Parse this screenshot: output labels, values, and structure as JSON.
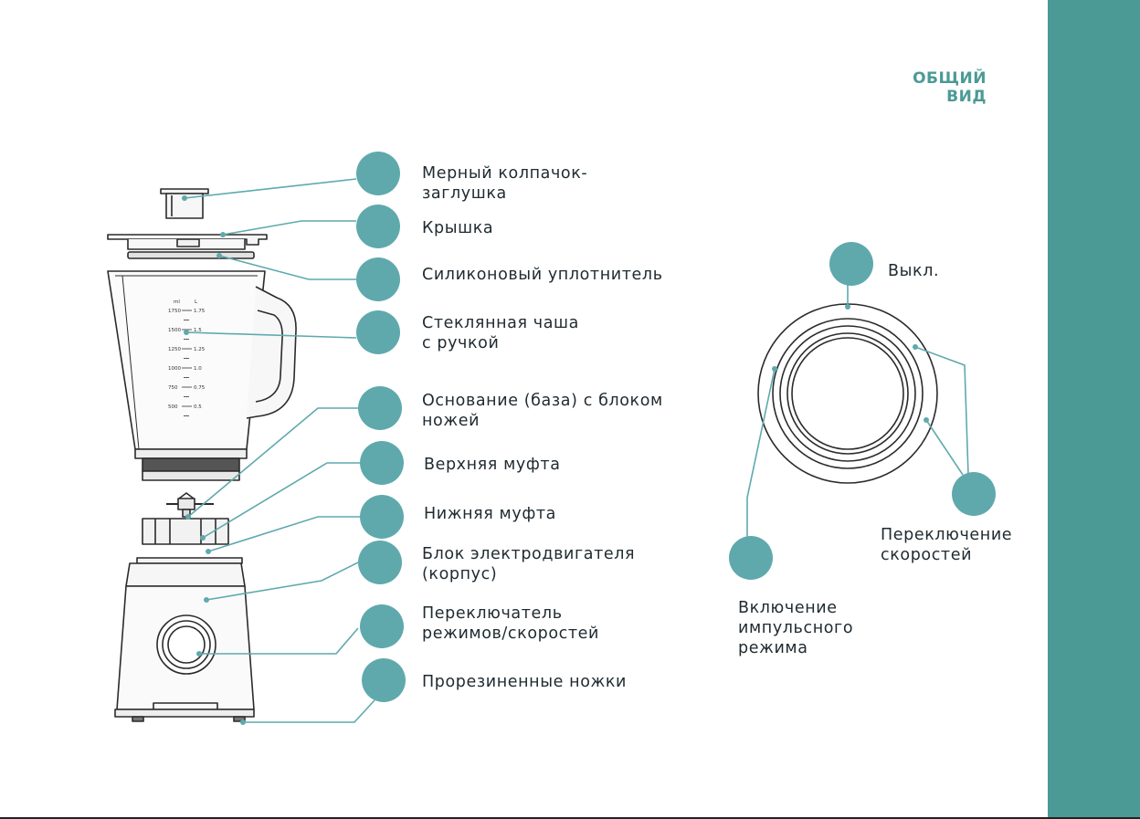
{
  "page": {
    "section_title": "ОБЩИЙ ВИД",
    "accent_color": "#4b9a96",
    "badge_color": "#5fa9ad"
  },
  "parts": [
    {
      "line1": "Мерный колпачок-",
      "line2": "заглушка"
    },
    {
      "line1": "Крышка",
      "line2": ""
    },
    {
      "line1": "Силиконовый уплотнитель",
      "line2": ""
    },
    {
      "line1": "Стеклянная чаша",
      "line2": "с ручкой"
    },
    {
      "line1": "Основание (база) с блоком",
      "line2": "ножей"
    },
    {
      "line1": "Верхняя муфта",
      "line2": ""
    },
    {
      "line1": "Нижняя муфта",
      "line2": ""
    },
    {
      "line1": "Блок электродвигателя",
      "line2": "(корпус)"
    },
    {
      "line1": "Переключатель",
      "line2": "режимов/скоростей"
    },
    {
      "line1": "Прорезиненные ножки",
      "line2": ""
    }
  ],
  "switch_labels": {
    "off": "Выкл.",
    "speed_line1": "Переключение",
    "speed_line2": "скоростей",
    "pulse_line1": "Включение",
    "pulse_line2": "импульсного",
    "pulse_line3": "режима"
  },
  "jar_scale": {
    "ml_header": "ml",
    "l_header": "L",
    "rows": [
      {
        "ml": "1750",
        "l": "1.75"
      },
      {
        "ml": "1500",
        "l": "1.5"
      },
      {
        "ml": "1250",
        "l": "1.25"
      },
      {
        "ml": "1000",
        "l": "1.0"
      },
      {
        "ml": "750",
        "l": "0.75"
      },
      {
        "ml": "500",
        "l": "0.5"
      }
    ]
  }
}
